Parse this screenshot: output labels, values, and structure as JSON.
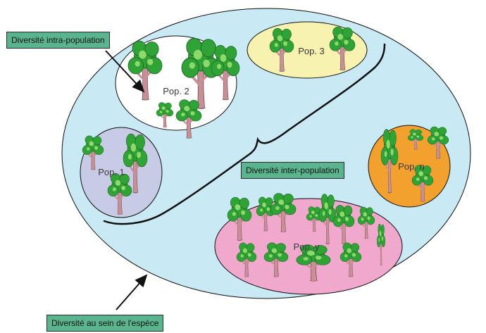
{
  "labels": {
    "intra": "Diversité intra-population",
    "inter": "Diversité inter-population",
    "species": "Diversité au sein de l'espèce"
  },
  "populations": [
    {
      "id": "pop1",
      "label": "Pop. 1",
      "color": "#c8cbe6"
    },
    {
      "id": "pop2",
      "label": "Pop. 2",
      "color": "#ffffff"
    },
    {
      "id": "pop3",
      "label": "Pop. 3",
      "color": "#f8f2b0"
    },
    {
      "id": "popn",
      "label": "Pop. n",
      "color": "#f2a12e"
    },
    {
      "id": "popy",
      "label": "Pop. y",
      "color": "#f0a8cc"
    }
  ],
  "colors": {
    "species_fill": "#c9e9f4",
    "label_box": "#5ab58e",
    "foliage": "#2fa336",
    "foliage_light": "#8ed96a",
    "trunk": "#c98f96"
  }
}
